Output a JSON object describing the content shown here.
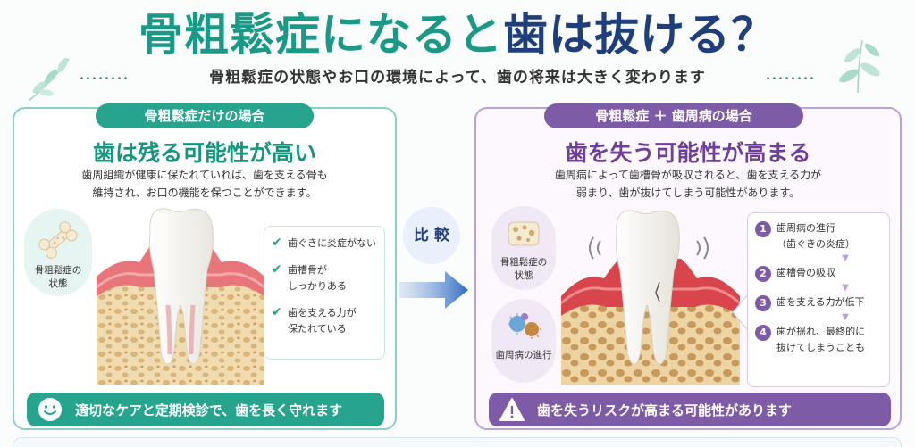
{
  "header": {
    "title_part1": "骨粗鬆症になると",
    "title_part2": "歯は抜ける？",
    "subtitle": "骨粗鬆症の状態やお口の環境によって、歯の将来は大きく変わります"
  },
  "left_panel": {
    "tab": "骨粗鬆症だけの場合",
    "heading": "歯は残る可能性が高い",
    "description_line1": "歯周組織が健康に保たれていれば、歯を支える骨も",
    "description_line2": "維持され、お口の機能を保つことができます。",
    "circle_label_line1": "骨粗鬆症の",
    "circle_label_line2": "状態",
    "checklist": [
      {
        "line1": "歯ぐきに炎症がない",
        "line2": ""
      },
      {
        "line1": "歯槽骨が",
        "line2": "しっかりある"
      },
      {
        "line1": "歯を支える力が",
        "line2": "保たれている"
      }
    ],
    "bottom_message": "適切なケアと定期検診で、歯を長く守れます"
  },
  "compare_label": "比 較",
  "right_panel": {
    "tab": "骨粗鬆症 ＋ 歯周病の場合",
    "heading": "歯を失う可能性が高まる",
    "description_line1": "歯周病によって歯槽骨が吸収されると、歯を支える力が",
    "description_line2": "弱まり、歯が抜けてしまう可能性があります。",
    "circle1_label_line1": "骨粗鬆症の",
    "circle1_label_line2": "状態",
    "circle2_label": "歯周病の進行",
    "steps": [
      {
        "num": "1",
        "line1": "歯周病の進行",
        "line2": "（歯ぐきの炎症）"
      },
      {
        "num": "2",
        "line1": "歯槽骨の吸収",
        "line2": ""
      },
      {
        "num": "3",
        "line1": "歯を支える力が低下",
        "line2": ""
      },
      {
        "num": "4",
        "line1": "歯が揺れ、最終的に",
        "line2": "抜けてしまうことも"
      }
    ],
    "bottom_message": "歯を失うリスクが高まる可能性があります"
  },
  "colors": {
    "teal": "#27a48e",
    "navy": "#1f3f7c",
    "purple": "#7e5ba6",
    "gum": "#e8757a",
    "bone": "#f1dbb0"
  },
  "icons": [
    "leaf-icon",
    "bone-icon",
    "check-icon",
    "arrow-right-icon",
    "bacteria-icon",
    "smile-icon",
    "warning-icon",
    "tooth-icon"
  ]
}
